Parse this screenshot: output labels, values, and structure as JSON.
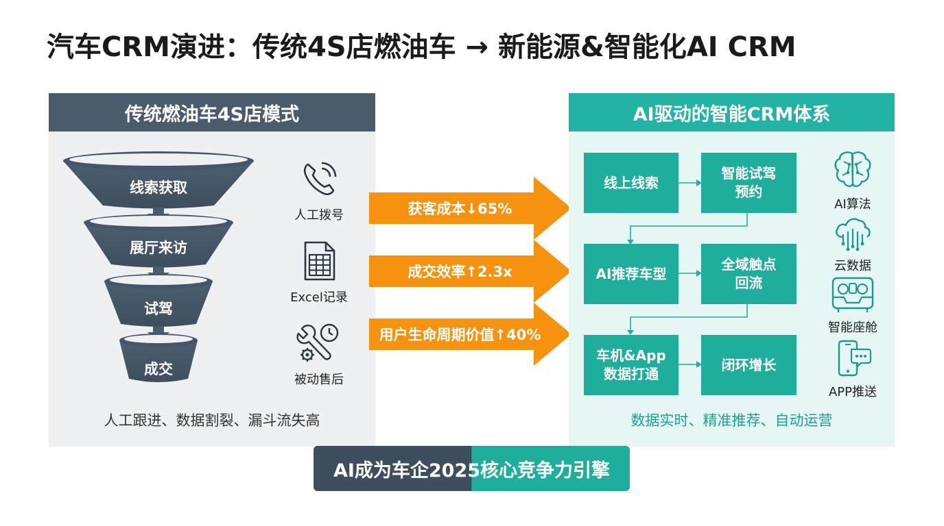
{
  "title": "汽车CRM演进：传统4S店燃油车 → 新能源&智能化AI CRM",
  "left": {
    "header": "传统燃油车4S店模式",
    "funnel_stages": [
      "线索获取",
      "展厅来访",
      "试驾",
      "成交"
    ],
    "tools": [
      {
        "label": "人工拨号",
        "icon": "phone-icon"
      },
      {
        "label": "Excel记录",
        "icon": "spreadsheet-icon"
      },
      {
        "label": "被动售后",
        "icon": "wrench-clock-icon"
      }
    ],
    "caption": "人工跟进、数据割裂、漏斗流失高"
  },
  "arrows": [
    "获客成本↓65%",
    "成交效率↑2.3x",
    "用户生命周期价值↑40%"
  ],
  "right": {
    "header": "AI驱动的智能CRM体系",
    "nodes": [
      "线上线索",
      "智能试驾\n预约",
      "AI推荐车型",
      "全域触点\n回流",
      "车机&App\n数据打通",
      "闭环增长"
    ],
    "tools": [
      {
        "label": "AI算法",
        "icon": "ai-brain-icon"
      },
      {
        "label": "云数据",
        "icon": "cloud-data-icon"
      },
      {
        "label": "智能座舱",
        "icon": "cockpit-icon"
      },
      {
        "label": "APP推送",
        "icon": "phone-chat-icon"
      }
    ],
    "caption": "数据实时、精准推荐、自动运营"
  },
  "banner": "AI成为车企2025核心竞争力引擎",
  "colors": {
    "slate": "#4a5b6c",
    "teal": "#1fae9b",
    "orange": "#f5920f",
    "left_bg": "#eef0f2",
    "right_bg": "#e6f6f4"
  }
}
